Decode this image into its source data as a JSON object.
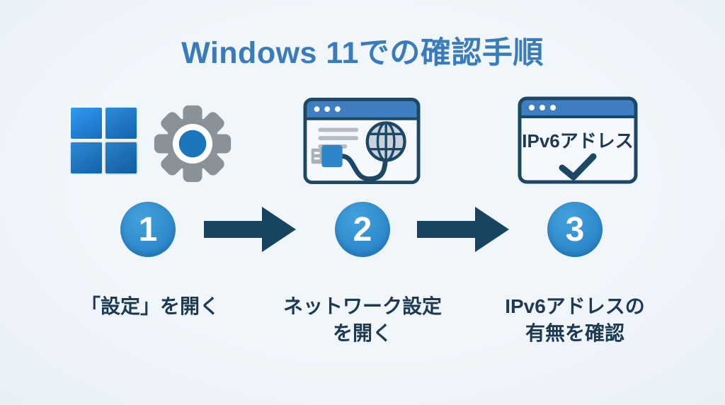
{
  "title": "Windows 11での確認手順",
  "colors": {
    "bg": "#F1F6FB",
    "bg-edge": "#E8EFF6",
    "title": "#3A7CBB",
    "dark": "#1C4765",
    "arrow": "#17455F",
    "label": "#1E3A52",
    "circle": "#2B85C8",
    "circle-light": "#44A0DC",
    "titlebar": "#3E7EC1",
    "window-bg": "#F5F9FD",
    "line-gray": "#B5BDC4",
    "gear-gray": "#8A9197",
    "gear-blue": "#1D76BB",
    "cable-blue": "#2E86C9",
    "plug-gray": "#A9B1B8",
    "globe-fill": "#C9D2DA",
    "win-blue-light": "#2E8BD8",
    "win-blue-dark": "#1463AF",
    "white": "#FFFFFF"
  },
  "icons": {
    "step1": [
      "windows-logo",
      "settings-gear-icon"
    ],
    "step2": "network-settings-window-icon",
    "step3": "ipv6-check-window-icon",
    "connector": "arrow-right-icon"
  },
  "steps": [
    {
      "number": "1",
      "label_lines": [
        "「設定」を開く"
      ]
    },
    {
      "number": "2",
      "label_lines": [
        "ネットワーク設定",
        "を開く"
      ]
    },
    {
      "number": "3",
      "label_lines": [
        "IPv6アドレスの",
        "有無を確認"
      ],
      "window_text": "IPv6アドレス"
    }
  ]
}
